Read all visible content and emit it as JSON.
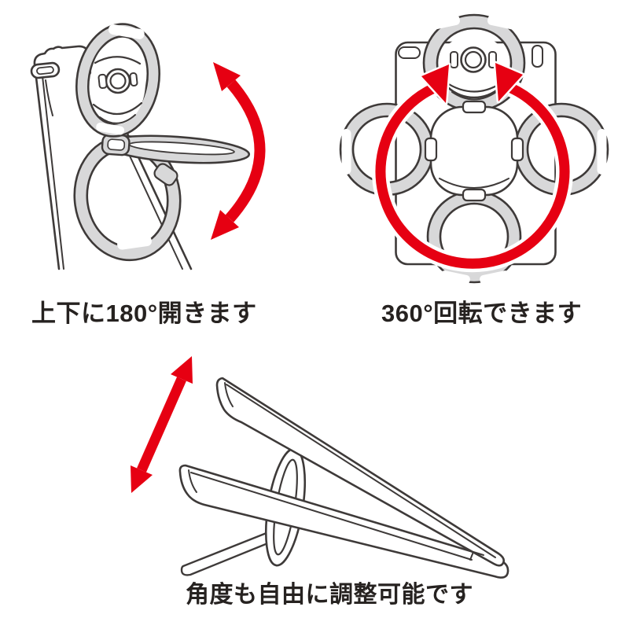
{
  "colors": {
    "background": "#ffffff",
    "accent_red": "#e60012",
    "line_art": "#3e3a39",
    "ring_fill": "#d8d8d9",
    "caption_text": "#262220"
  },
  "figures": {
    "open_updown": {
      "caption": "上下に180°開きます",
      "illustration": "tablet-ring-open-updown",
      "arrow_icon": "curved-updown-arrow-icon"
    },
    "rotate_360": {
      "caption": "360°回転できます",
      "illustration": "tablet-ring-rotate-360",
      "arrow_icon": "circular-rotation-arrow-icon"
    },
    "angle_adjust": {
      "caption": "角度も自由に調整可能です",
      "illustration": "tablet-stand-angle-adjust",
      "arrow_icon": "diagonal-double-arrow-icon"
    }
  }
}
